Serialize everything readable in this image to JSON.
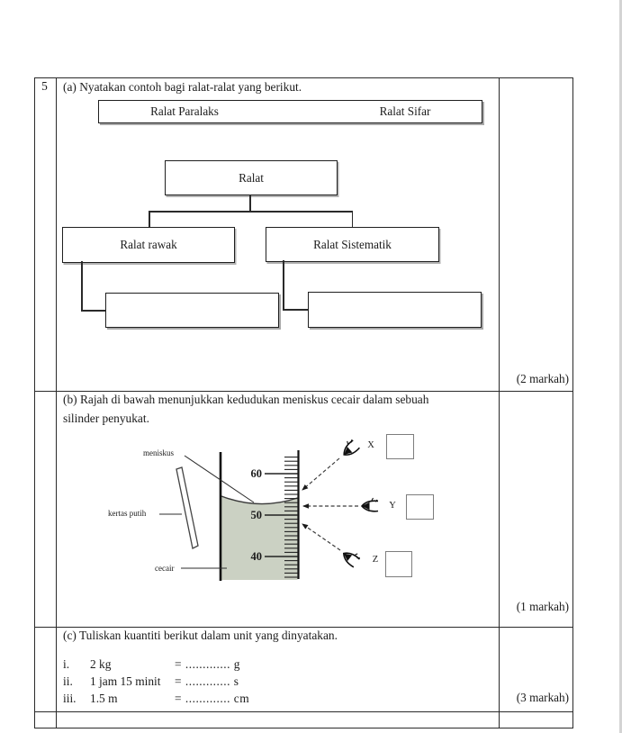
{
  "sheet": {
    "question_number": "5",
    "part_a": {
      "prompt": "(a) Nyatakan contoh bagi ralat-ralat yang berikut.",
      "answer_bank": [
        "Ralat Paralaks",
        "Ralat Sifar"
      ],
      "flowchart": {
        "root": "Ralat",
        "branches": [
          "Ralat rawak",
          "Ralat Sistematik"
        ]
      },
      "marks": "(2 markah)"
    },
    "part_b": {
      "prompt_line_1": "(b) Rajah di bawah menunjukkan kedudukan meniskus cecair dalam sebuah",
      "prompt_line_2": "silinder penyukat.",
      "figure": {
        "label_meniscus": "meniskus",
        "label_white_paper": "kertas putih",
        "label_liquid": "cecair",
        "scale_values": [
          "60",
          "50",
          "40"
        ],
        "eyes": [
          "X",
          "Y",
          "Z"
        ]
      },
      "marks": "(1 markah)"
    },
    "part_c": {
      "prompt": "(c) Tuliskan kuantiti berikut dalam unit yang dinyatakan.",
      "items": [
        {
          "numeral": "i.",
          "quantity": "2 kg",
          "conversion": "= ............. g"
        },
        {
          "numeral": "ii.",
          "quantity": "1 jam 15 minit",
          "conversion": "= ............. s"
        },
        {
          "numeral": "iii.",
          "quantity": "1.5 m",
          "conversion": "= ............. cm"
        }
      ],
      "marks": "(3 markah)"
    }
  }
}
